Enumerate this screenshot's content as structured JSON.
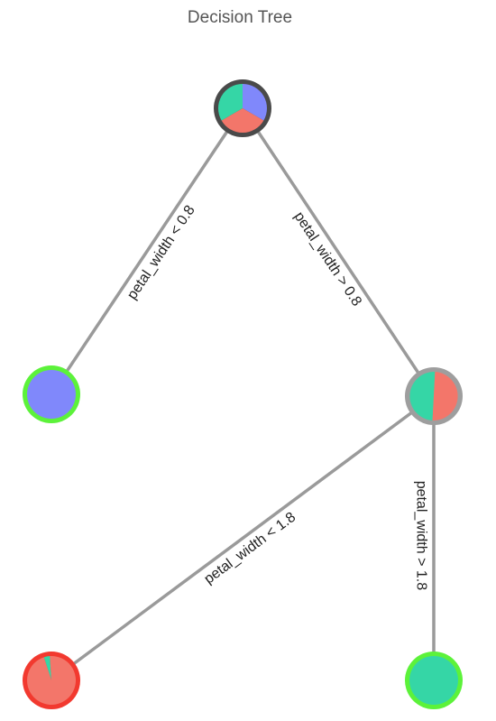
{
  "title": "Decision Tree",
  "colors": {
    "class_blue": "#8088fb",
    "class_teal": "#35d6a6",
    "class_red": "#f3766a",
    "edge": "#9a9a9a",
    "ring_root": "#4a4a4a",
    "ring_internal": "#9e9e9e",
    "ring_leaf_pure": "#5cf23a",
    "ring_leaf_mixed": "#f2392f"
  },
  "nodes": [
    {
      "id": "root",
      "kind": "root",
      "distribution": {
        "blue": 1,
        "teal": 1,
        "red": 1
      }
    },
    {
      "id": "left-leaf",
      "kind": "leaf",
      "distribution": {
        "blue": 1,
        "teal": 0,
        "red": 0
      }
    },
    {
      "id": "right-split",
      "kind": "internal",
      "distribution": {
        "blue": 0,
        "teal": 1,
        "red": 1
      }
    },
    {
      "id": "bottom-left-leaf",
      "kind": "leaf-mixed",
      "distribution": {
        "blue": 0,
        "teal": 0.04,
        "red": 0.96
      }
    },
    {
      "id": "bottom-right-leaf",
      "kind": "leaf",
      "distribution": {
        "blue": 0,
        "teal": 1,
        "red": 0
      }
    }
  ],
  "edges": [
    {
      "from": "root",
      "to": "left-leaf",
      "label": "petal_width < 0.8"
    },
    {
      "from": "root",
      "to": "right-split",
      "label": "petal_width > 0.8"
    },
    {
      "from": "right-split",
      "to": "bottom-left-leaf",
      "label": "petal_width < 1.8"
    },
    {
      "from": "right-split",
      "to": "bottom-right-leaf",
      "label": "petal_width > 1.8"
    }
  ]
}
